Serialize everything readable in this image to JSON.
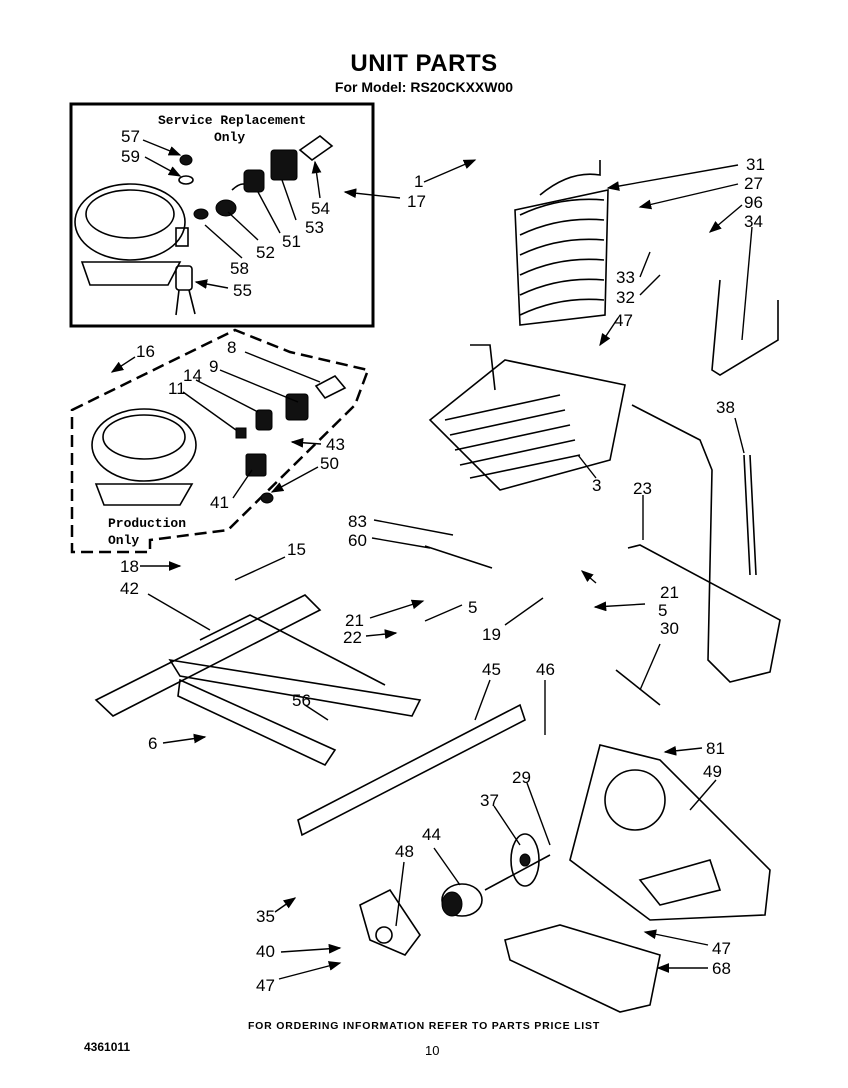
{
  "header": {
    "title": "UNIT PARTS",
    "subtitle": "For Model: RS20CKXXW00"
  },
  "notes": {
    "service_replacement_line1": "Service Replacement",
    "service_replacement_line2": "Only",
    "production_line1": "Production",
    "production_line2": "Only"
  },
  "footer": {
    "ordering_info": "FOR ORDERING INFORMATION REFER TO PARTS PRICE LIST",
    "doc_number": "4361011",
    "page_number": "10"
  },
  "callouts": {
    "c57": "57",
    "c59": "59",
    "c58": "58",
    "c52": "52",
    "c51": "51",
    "c53": "53",
    "c54": "54",
    "c55": "55",
    "c1": "1",
    "c17": "17",
    "c31": "31",
    "c27": "27",
    "c96": "96",
    "c34": "34",
    "c33": "33",
    "c32": "32",
    "c47a": "47",
    "c16": "16",
    "c8": "8",
    "c9": "9",
    "c14": "14",
    "c11": "11",
    "c43": "43",
    "c50": "50",
    "c41": "41",
    "c38": "38",
    "c3": "3",
    "c23": "23",
    "c83": "83",
    "c60": "60",
    "c18": "18",
    "c15": "15",
    "c42": "42",
    "c21a": "21",
    "c5a": "5",
    "c21b": "21",
    "c5b": "5",
    "c22": "22",
    "c19": "19",
    "c30": "30",
    "c45": "45",
    "c46": "46",
    "c56": "56",
    "c6": "6",
    "c81": "81",
    "c49": "49",
    "c37": "37",
    "c29": "29",
    "c44": "44",
    "c48": "48",
    "c35": "35",
    "c40": "40",
    "c47b": "47",
    "c47c": "47",
    "c68": "68"
  }
}
